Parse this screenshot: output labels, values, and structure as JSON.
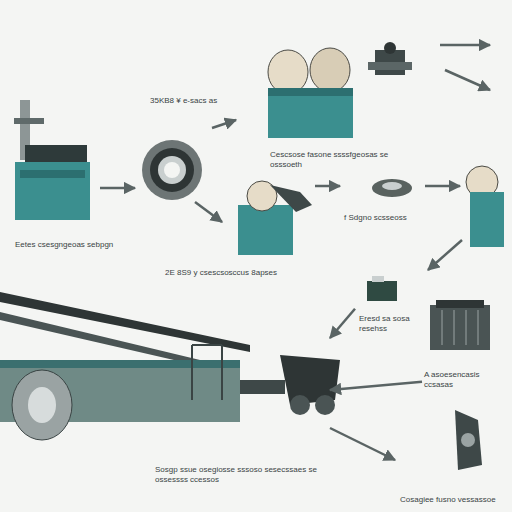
{
  "diagram": {
    "nodes": [
      {
        "text": [
          "Eetes csesgngeoas sebpgn"
        ]
      },
      {
        "text": [
          "Cescsose fasone ssssfgeosas se osssoeth"
        ]
      },
      {
        "text": [
          "2E 8S9 y csescsosccus 8apses"
        ]
      },
      {
        "text": [
          "f Sdgno scsseoss"
        ]
      },
      {
        "text": [
          "Eresd sa sosa resehss"
        ]
      },
      {
        "text": [
          "A asoesencasis ccsasas"
        ]
      },
      {
        "text": [
          "Sosgp ssue osegiosse sssoso sesecssaes se ossessss ccessos"
        ]
      },
      {
        "text": [
          "Cosagiee fusno vessassoe"
        ]
      }
    ],
    "edges": [
      {
        "from": 2,
        "to": 3,
        "arrow": "to"
      },
      {
        "from": 4,
        "to": 6,
        "arrow": "to"
      },
      {
        "from": 5,
        "to": 6,
        "arrow": "to"
      },
      {
        "from": 6,
        "to": 7,
        "arrow": "to"
      }
    ],
    "labels": [
      "35KB8 ¥ e-sacs as"
    ]
  }
}
